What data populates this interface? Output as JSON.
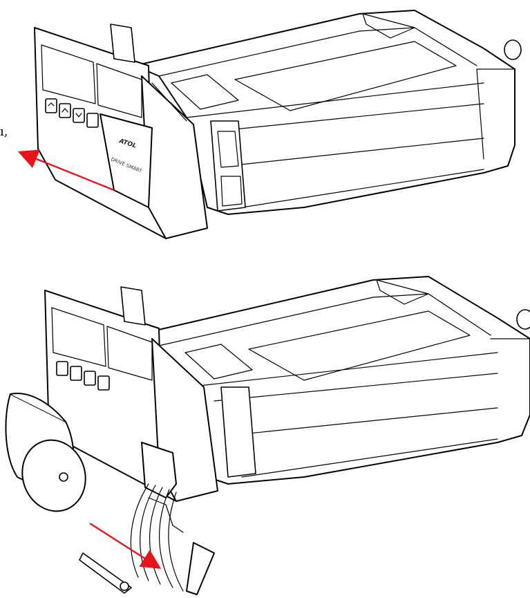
{
  "figure": {
    "edge_text": "ı,",
    "device_brand": "ATOL",
    "device_model": "DRIVE SMART",
    "colors": {
      "outline": "#000000",
      "arrow": "#e8131b",
      "background": "#ffffff"
    }
  }
}
